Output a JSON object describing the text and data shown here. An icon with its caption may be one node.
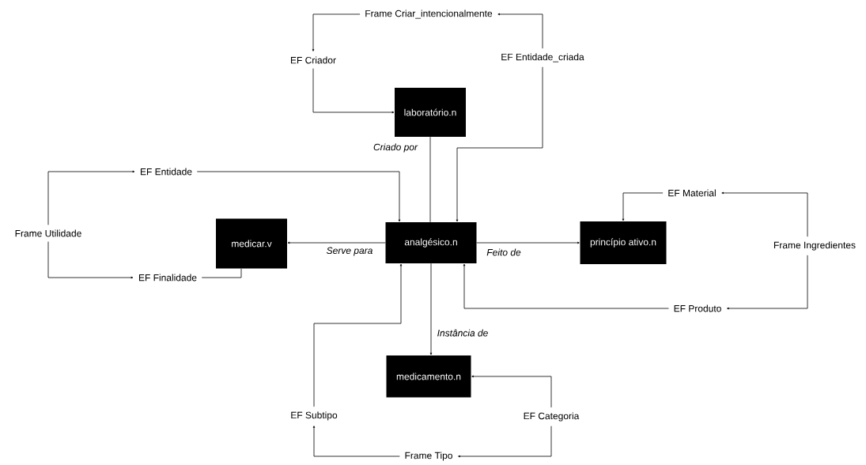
{
  "diagram": {
    "nodes": [
      {
        "text": [
          "Frame Criar_intencionalmente"
        ]
      },
      {
        "text": [
          "EF Criador"
        ]
      },
      {
        "text": [
          "EF Entidade_criada"
        ]
      },
      {
        "text": [
          "laboratório.n"
        ]
      },
      {
        "text": [
          "EF Entidade"
        ]
      },
      {
        "text": [
          "Frame Utilidade"
        ]
      },
      {
        "text": [
          "medicar.v"
        ]
      },
      {
        "text": [
          "analgésico.n"
        ]
      },
      {
        "text": [
          "princípio ativo.n"
        ]
      },
      {
        "text": [
          "EF Material"
        ]
      },
      {
        "text": [
          "Frame Ingredientes"
        ]
      },
      {
        "text": [
          "EF Finalidade"
        ]
      },
      {
        "text": [
          "EF Produto"
        ]
      },
      {
        "text": [
          "medicamento.n"
        ]
      },
      {
        "text": [
          "EF Subtipo"
        ]
      },
      {
        "text": [
          "EF Categoria"
        ]
      },
      {
        "text": [
          "Frame Tipo"
        ]
      }
    ],
    "edges": [
      {
        "from": 2,
        "to": 0,
        "arrow": "to"
      },
      {
        "from": 0,
        "to": 1,
        "arrow": "to"
      },
      {
        "from": 1,
        "to": 3,
        "arrow": "to"
      },
      {
        "from": 2,
        "to": 7,
        "arrow": "to"
      },
      {
        "from": 3,
        "to": 7,
        "arrow": "none",
        "label": "Criado por"
      },
      {
        "from": 5,
        "to": 4,
        "arrow": "to"
      },
      {
        "from": 4,
        "to": 7,
        "arrow": "to"
      },
      {
        "from": 5,
        "to": 11,
        "arrow": "to"
      },
      {
        "from": 11,
        "to": 6,
        "arrow": "none"
      },
      {
        "from": 7,
        "to": 6,
        "arrow": "to",
        "label": "Serve para"
      },
      {
        "from": 7,
        "to": 8,
        "arrow": "to",
        "label": "Feito de"
      },
      {
        "from": 10,
        "to": 9,
        "arrow": "to"
      },
      {
        "from": 9,
        "to": 8,
        "arrow": "to"
      },
      {
        "from": 10,
        "to": 12,
        "arrow": "to"
      },
      {
        "from": 12,
        "to": 7,
        "arrow": "to"
      },
      {
        "from": 7,
        "to": 13,
        "arrow": "to",
        "label": "Instância de"
      },
      {
        "from": 14,
        "to": 7,
        "arrow": "to"
      },
      {
        "from": 16,
        "to": 14,
        "arrow": "to"
      },
      {
        "from": 15,
        "to": 13,
        "arrow": "to"
      },
      {
        "from": 15,
        "to": 16,
        "arrow": "to"
      }
    ]
  }
}
